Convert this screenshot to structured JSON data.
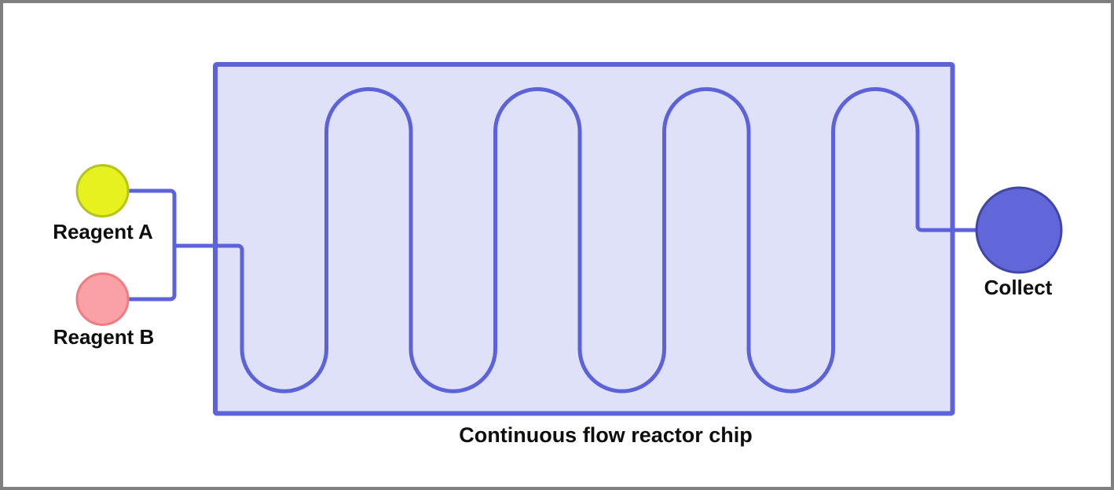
{
  "frame": {
    "border_color": "#7f7f7f",
    "background": "#ffffff"
  },
  "text_color": "#0e0e0e",
  "chip": {
    "caption": "Continuous flow reactor chip",
    "fill": "#dfe1f8",
    "border_color": "#5c63da"
  },
  "tubing_color": "#5c63da",
  "channel_color": "#5c63da",
  "inlets": [
    {
      "id": "reagent-a",
      "label": "Reagent A",
      "fill": "#e6f11e",
      "border_color": "#b5c31f"
    },
    {
      "id": "reagent-b",
      "label": "Reagent B",
      "fill": "#f9a1a6",
      "border_color": "#f17b81"
    }
  ],
  "outlet": {
    "id": "collect",
    "label": "Collect",
    "fill": "#6166d8",
    "border_color": "#4046a8"
  }
}
